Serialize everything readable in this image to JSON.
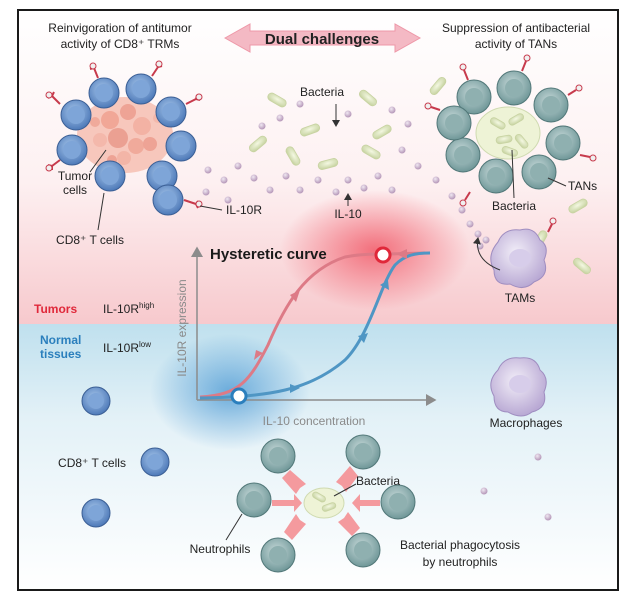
{
  "header": {
    "left_title": "Reinvigoration of antitumor",
    "left_title_2": "activity of CD8⁺ TRMs",
    "center_title": "Dual challenges",
    "right_title": "Suppression of antibacterial",
    "right_title_2": "activity of TANs"
  },
  "top_labels": {
    "bacteria_center": "Bacteria",
    "tumor_cells_1": "Tumor",
    "tumor_cells_2": "cells",
    "cd8_t_cells_top": "CD8⁺ T cells",
    "il10r": "IL-10R",
    "il10": "IL-10",
    "bacteria_right": "Bacteria",
    "tans": "TANs",
    "tams": "TAMs"
  },
  "plot": {
    "title": "Hysteretic curve",
    "ylabel": "IL-10R expression",
    "xlabel": "IL-10 concentration"
  },
  "side_labels": {
    "tumors": "Tumors",
    "il10r_high_base": "IL-10R",
    "il10r_high_sup": "high",
    "normal_1": "Normal",
    "normal_2": "tissues",
    "il10r_low_base": "IL-10R",
    "il10r_low_sup": "low"
  },
  "bottom_labels": {
    "cd8_t_cells": "CD8⁺ T cells",
    "macrophages": "Macrophages",
    "bacteria": "Bacteria",
    "neutrophils": "Neutrophils",
    "phago_1": "Bacterial phagocytosis",
    "phago_2": "by neutrophils"
  },
  "colors": {
    "tumor_bg": "#fbe1e3",
    "normal_bg": "#d6eaf3",
    "red_curve": "#dd7a86",
    "blue_curve": "#4f96c4",
    "tumor_red": "#e0283a",
    "normal_blue": "#2b7fbd"
  }
}
